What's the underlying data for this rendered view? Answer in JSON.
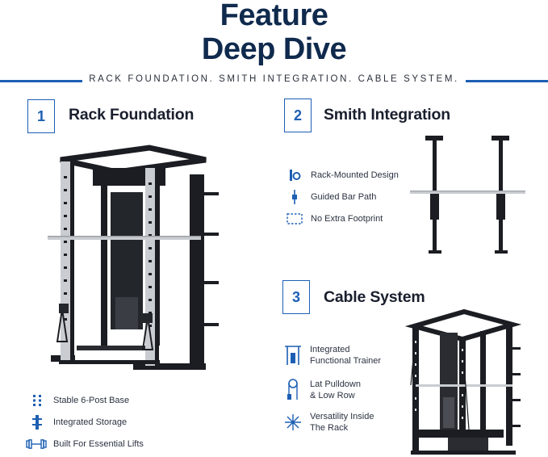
{
  "header": {
    "title_line1": "Feature",
    "title_line2": "Deep Dive",
    "tagline": "RACK FOUNDATION. SMITH INTEGRATION. CABLE SYSTEM."
  },
  "sections": [
    {
      "number": "1",
      "title": "Rack Foundation",
      "features": [
        {
          "label": "Stable 6-Post Base",
          "icon": "posts-icon"
        },
        {
          "label": "Integrated Storage",
          "icon": "storage-icon"
        },
        {
          "label": "Built For Essential Lifts",
          "icon": "dumbbell-icon"
        }
      ]
    },
    {
      "number": "2",
      "title": "Smith Integration",
      "features": [
        {
          "label": "Rack-Mounted Design",
          "icon": "rack-mount-icon"
        },
        {
          "label": "Guided Bar Path",
          "icon": "bar-path-icon"
        },
        {
          "label": "No Extra Footprint",
          "icon": "footprint-icon"
        }
      ]
    },
    {
      "number": "3",
      "title": "Cable System",
      "features": [
        {
          "line1": "Integrated",
          "line2": "Functional Trainer",
          "icon": "trainer-icon"
        },
        {
          "line1": "Lat Pulldown",
          "line2": "& Low Row",
          "icon": "pulley-icon"
        },
        {
          "line1": "Versatility Inside",
          "line2": "The Rack",
          "icon": "versatility-icon"
        }
      ]
    }
  ],
  "colors": {
    "accent": "#1d5fb3",
    "title": "#0f2a4d",
    "text": "#1a1f2e",
    "frame": "#1b1d22",
    "silver": "#c9ccd1"
  }
}
